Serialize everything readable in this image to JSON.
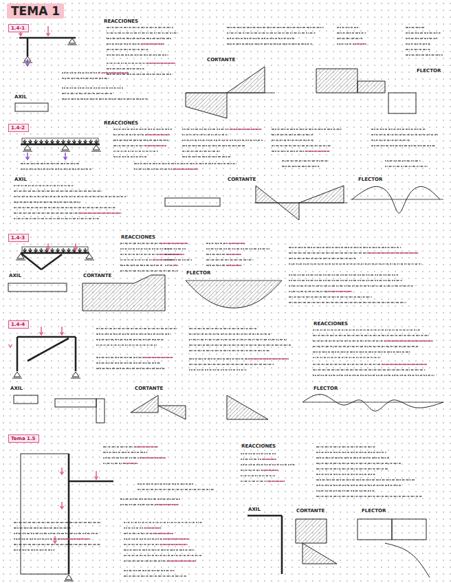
{
  "diagram": {
    "title": "TEMA 1",
    "nodes": [
      {
        "text": [
          "1.4-1"
        ]
      },
      {
        "text": [
          "1.4-2"
        ]
      },
      {
        "text": [
          "1.4-3"
        ]
      },
      {
        "text": [
          "1.4-4"
        ]
      },
      {
        "text": [
          "Tema 1.5"
        ]
      }
    ],
    "labels": [
      "REACCIONES",
      "AXIL",
      "CORTANTE",
      "FLECTOR",
      "REACCIONES",
      "AXIL",
      "CORTANTE",
      "FLECTOR",
      "REACCIONES",
      "AXIL",
      "CORTANTE",
      "FLECTOR",
      "REACCIONES",
      "AXIL",
      "CORTANTE",
      "FLECTOR",
      "REACCIONES",
      "AXIL",
      "CORTANTE",
      "FLECTOR"
    ]
  }
}
